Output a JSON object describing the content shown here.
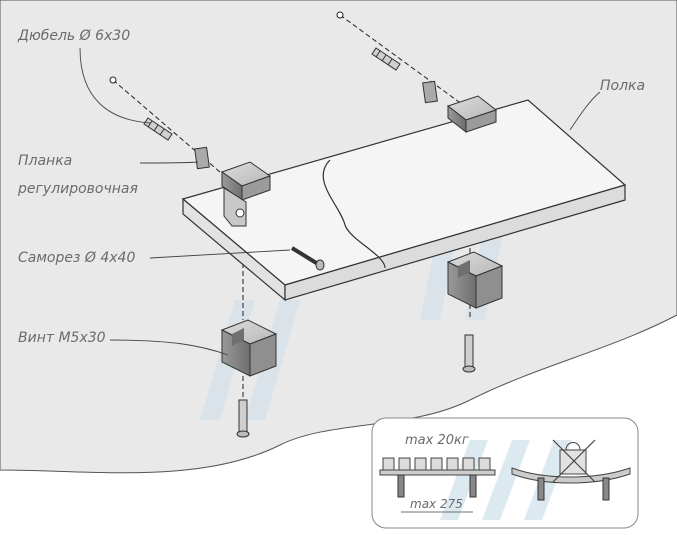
{
  "labels": {
    "dowel": "Дюбель Ø 6x30",
    "plate_line1": "Планка",
    "plate_line2": "регулировочная",
    "screw": "Саморез Ø 4x40",
    "bolt": "Винт М5x30",
    "shelf": "Полка"
  },
  "inset": {
    "max_load": "max 20кг",
    "max_span": "max 275"
  },
  "colors": {
    "wall": "#e8e8e8",
    "shelf": "#f4f4f4",
    "outline": "#333333",
    "bracket_light": "#d0d0d0",
    "bracket_dark": "#8a8a8a",
    "watermark": "#c9dce8"
  }
}
